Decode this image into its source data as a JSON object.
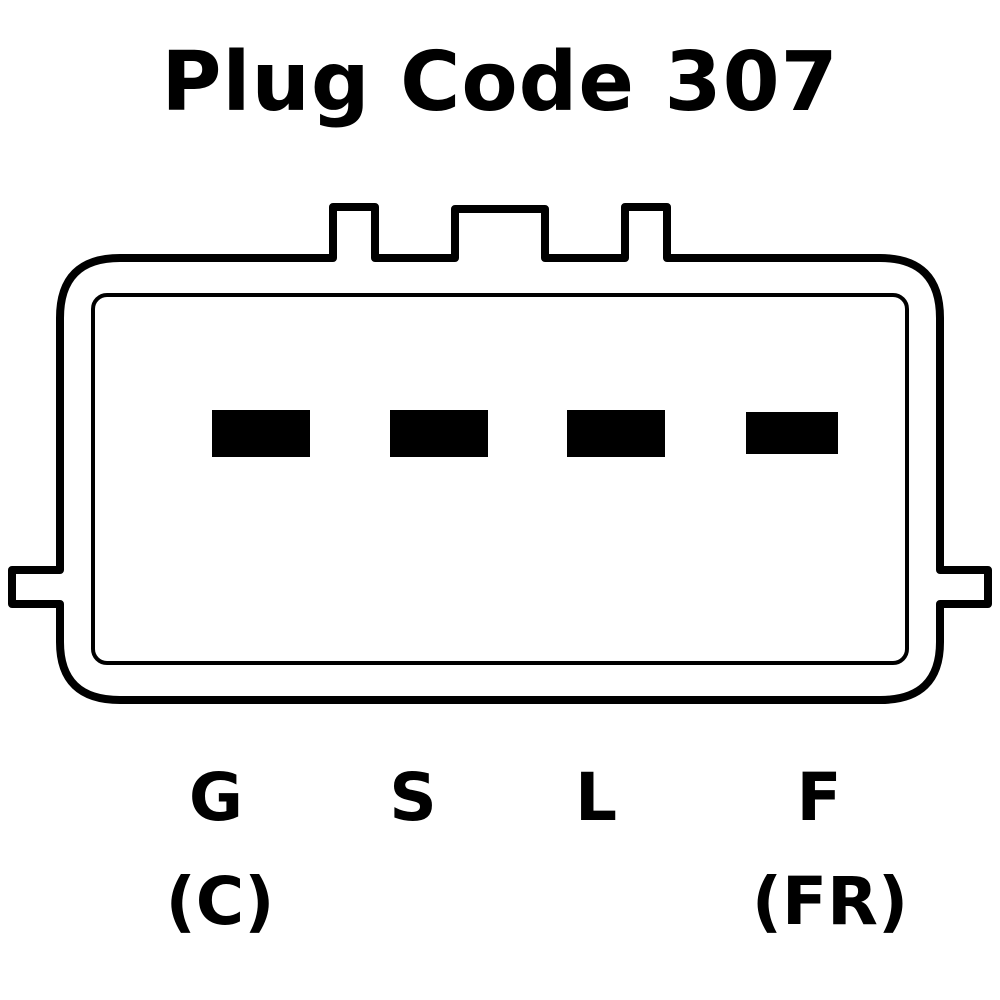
{
  "title": "Plug Code 307",
  "pins": [
    {
      "label": "G",
      "alt": "(C)"
    },
    {
      "label": "S",
      "alt": ""
    },
    {
      "label": "L",
      "alt": ""
    },
    {
      "label": "F",
      "alt": "(FR)"
    }
  ],
  "colors": {
    "stroke": "#000000",
    "background": "#ffffff"
  }
}
